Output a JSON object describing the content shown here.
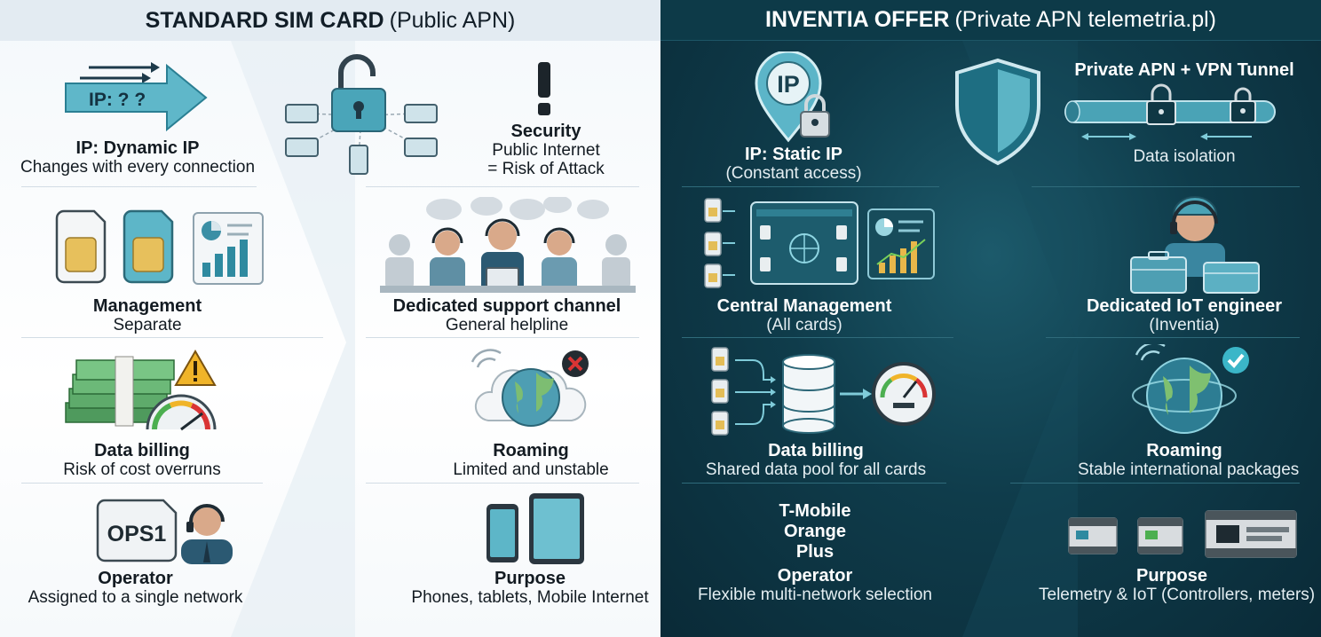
{
  "left": {
    "header": {
      "title_strong": "STANDARD SIM CARD",
      "title_rest": "(Public APN)"
    },
    "ip_placeholder": "IP: ? ?",
    "ip": {
      "title": "IP: Dynamic IP",
      "desc": "Changes with every connection"
    },
    "security": {
      "title": "Security",
      "desc_line1": "Public Internet",
      "desc_line2": "= Risk of Attack"
    },
    "management": {
      "title": "Management",
      "desc": "Separate"
    },
    "support": {
      "title": "Dedicated support channel",
      "desc": "General helpline"
    },
    "billing": {
      "title": "Data billing",
      "desc": "Risk of cost overruns"
    },
    "roaming": {
      "title": "Roaming",
      "desc": "Limited and unstable"
    },
    "operator_badge": "OPS1",
    "operator": {
      "title": "Operator",
      "desc": "Assigned to a single network"
    },
    "purpose": {
      "title": "Purpose",
      "desc": "Phones, tablets, Mobile Internet"
    }
  },
  "right": {
    "header": {
      "title_strong": "INVENTIA OFFER",
      "title_rest": "(Private APN telemetria.pl)"
    },
    "ip_pin_label": "IP",
    "ip": {
      "title": "IP: Static IP",
      "desc": "(Constant access)"
    },
    "apn": {
      "title": "Private APN + VPN Tunnel",
      "desc": "Data isolation"
    },
    "management": {
      "title": "Central Management",
      "desc": "(All cards)"
    },
    "engineer": {
      "title": "Dedicated IoT engineer",
      "desc": "(Inventia)"
    },
    "billing": {
      "title": "Data billing",
      "desc": "Shared data pool for all cards"
    },
    "roaming": {
      "title": "Roaming",
      "desc": "Stable international packages"
    },
    "networks": [
      "T-Mobile",
      "Orange",
      "Plus"
    ],
    "operator": {
      "title": "Operator",
      "desc": "Flexible multi-network selection"
    },
    "purpose": {
      "title": "Purpose",
      "desc": "Telemetry & IoT (Controllers, meters)"
    }
  },
  "colors": {
    "left_accent": "#3b9bb0",
    "right_bg": "#0f3c4b",
    "warning": "#f0b429",
    "error": "#d93434",
    "success": "#3bb6c8"
  }
}
